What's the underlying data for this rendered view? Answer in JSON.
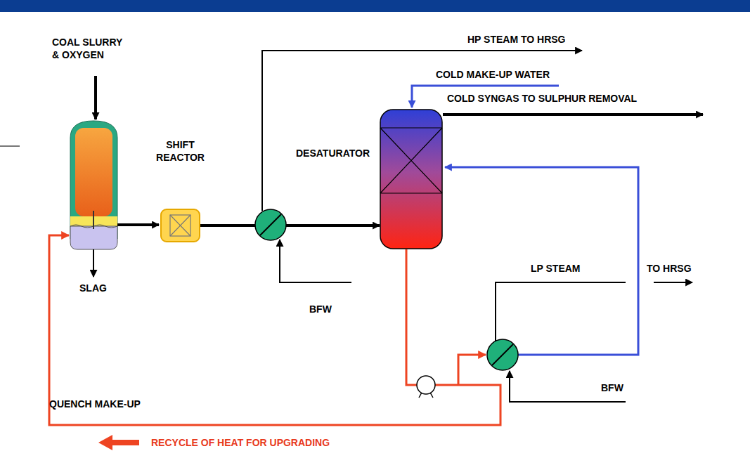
{
  "diagram": {
    "nodes": [
      {
        "text": [
          "SHIFT REACTOR"
        ]
      },
      {
        "text": [
          "DESATURATOR"
        ]
      }
    ],
    "edges": [
      {
        "from": 0,
        "to": 1,
        "arrow": "to"
      }
    ],
    "labels": [
      "COAL SLURRY & OXYGEN",
      "SLAG",
      "HP STEAM TO HRSG",
      "COLD MAKE-UP WATER",
      "COLD SYNGAS TO SULPHUR REMOVAL",
      "LP STEAM",
      "TO HRSG",
      "BFW",
      "BFW",
      "QUENCH MAKE-UP",
      "RECYCLE OF HEAT FOR UPGRADING"
    ]
  }
}
